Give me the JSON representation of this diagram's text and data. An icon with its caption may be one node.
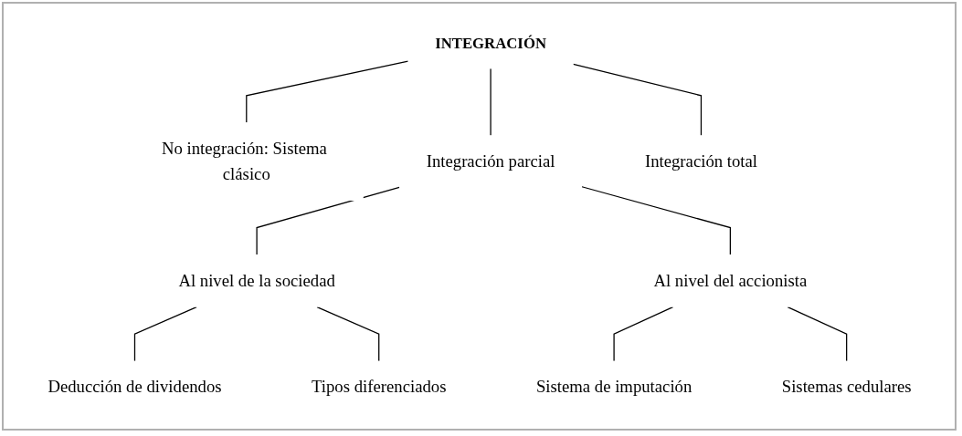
{
  "diagram": {
    "nodes": [
      {
        "text": [
          "INTEGRACIÓN"
        ]
      },
      {
        "text": [
          "No integración: Sistema clásico"
        ]
      },
      {
        "text": [
          "Integración parcial"
        ]
      },
      {
        "text": [
          "Integración total"
        ]
      },
      {
        "text": [
          "Al nivel de la sociedad"
        ]
      },
      {
        "text": [
          "Al nivel del accionista"
        ]
      },
      {
        "text": [
          "Deducción de dividendos"
        ]
      },
      {
        "text": [
          "Tipos diferenciados"
        ]
      },
      {
        "text": [
          "Sistema de imputación"
        ]
      },
      {
        "text": [
          "Sistemas cedulares"
        ]
      }
    ],
    "edges": [
      {
        "from": 0,
        "to": 1,
        "arrow": "none"
      },
      {
        "from": 0,
        "to": 2,
        "arrow": "none"
      },
      {
        "from": 0,
        "to": 3,
        "arrow": "none"
      },
      {
        "from": 2,
        "to": 4,
        "arrow": "none"
      },
      {
        "from": 2,
        "to": 5,
        "arrow": "none"
      },
      {
        "from": 4,
        "to": 6,
        "arrow": "none"
      },
      {
        "from": 4,
        "to": 7,
        "arrow": "none"
      },
      {
        "from": 5,
        "to": 8,
        "arrow": "none"
      },
      {
        "from": 5,
        "to": 9,
        "arrow": "none"
      }
    ]
  }
}
